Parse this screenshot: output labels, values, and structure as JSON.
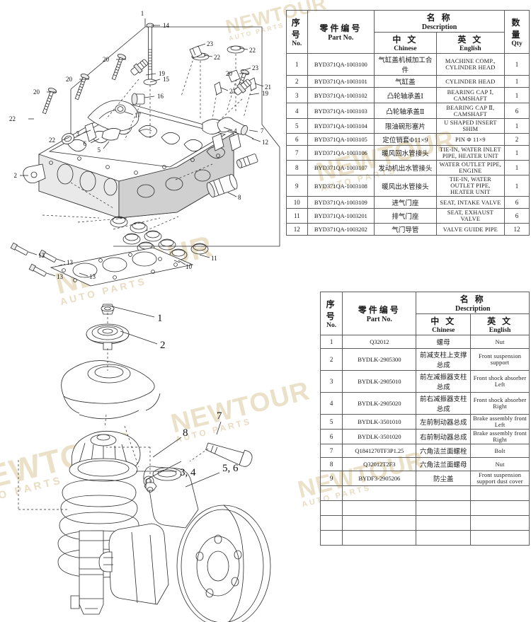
{
  "watermark": {
    "line1": "NEWTOUR",
    "line2": "AUTO PARTS"
  },
  "table1": {
    "headers": {
      "no_cn": "序 号",
      "no_en": "No.",
      "part_cn": "零件编号",
      "part_en": "Part No.",
      "desc_cn": "名    称",
      "desc_en": "Description",
      "chinese_cn": "中   文",
      "chinese_en": "Chinese",
      "english_cn": "英   文",
      "english_en": "English",
      "qty_cn": "数 量",
      "qty_en": "Qty"
    },
    "rows": [
      {
        "no": "1",
        "part": "BYD371QA-1003100",
        "cn": "气缸盖机械加工合件",
        "en": "MACHINE COMP.,  CYLINDER HEAD",
        "qty": "1"
      },
      {
        "no": "2",
        "part": "BYD371QA-1003101",
        "cn": "气缸盖",
        "en": "CYLINDER HEAD",
        "qty": "1"
      },
      {
        "no": "3",
        "part": "BYD371QA-1003102",
        "cn": "凸轮轴承盖Ⅰ",
        "en": "BEARING CAP Ⅰ, CAMSHAFT",
        "qty": "1"
      },
      {
        "no": "4",
        "part": "BYD371QA-1003103",
        "cn": "凸轮轴承盖Ⅱ",
        "en": "BEARING CAP Ⅱ, CAMSHAFT",
        "qty": "6"
      },
      {
        "no": "5",
        "part": "BYD371QA-1003104",
        "cn": "限油碗形塞片",
        "en": "U SHAPED INSERT SHIM",
        "qty": "1"
      },
      {
        "no": "6",
        "part": "BYD371QA-1003105",
        "cn": "定位销套Φ11×9",
        "en": "PIN Φ 11×9",
        "qty": "2"
      },
      {
        "no": "7",
        "part": "BYD371QA-1003106",
        "cn": "暖风回水管接头",
        "en": "TIE-IN, WATER  INLET PIPE, HEATER UNIT",
        "qty": "1"
      },
      {
        "no": "8",
        "part": "BYD371QA-1003107",
        "cn": "发动机出水管接头",
        "en": "WATER OUTLET PIPE, ENGINE",
        "qty": "1"
      },
      {
        "no": "9",
        "part": "BYD371QA-1003108",
        "cn": "暖风出水管接头",
        "en": "TIE-IN, WATER OUTLET  PIPE, HEATER UNIT",
        "qty": "1"
      },
      {
        "no": "10",
        "part": "BYD371QA-1003109",
        "cn": "进气门座",
        "en": "SEAT, INTAKE VALVE",
        "qty": "6"
      },
      {
        "no": "11",
        "part": "BYD371QA-1003201",
        "cn": "排气门座",
        "en": "SEAT, EXHAUST VALVE",
        "qty": "6"
      },
      {
        "no": "12",
        "part": "BYD371QA-1003202",
        "cn": "气门导管",
        "en": "VALVE GUIDE PIPE",
        "qty": "12"
      }
    ]
  },
  "table2": {
    "headers": {
      "no_cn": "序 号",
      "no_en": "No.",
      "part_cn": "零件编号",
      "part_en": "Part No.",
      "desc_cn": "名    称",
      "desc_en": "Description",
      "chinese_cn": "中   文",
      "chinese_en": "Chinese",
      "english_cn": "英   文",
      "english_en": "English"
    },
    "rows": [
      {
        "no": "1",
        "part": "Q32012",
        "cn": "螺母",
        "en": "Nut"
      },
      {
        "no": "2",
        "part": "BYDLK-2905300",
        "cn": "前减支柱上支撑总成",
        "en": "Front suspension support"
      },
      {
        "no": "3",
        "part": "BYDLK-2905010",
        "cn": "前左减振器支柱总成",
        "en": "Front shock absorber Left"
      },
      {
        "no": "4",
        "part": "BYDLK-2905020",
        "cn": "前右减振器支柱总成",
        "en": "Front shock absorber Right"
      },
      {
        "no": "5",
        "part": "BYDLK-3501010",
        "cn": "左前制动器总成",
        "en": "Brake assembly front Left"
      },
      {
        "no": "6",
        "part": "BYDLK-3501020",
        "cn": "右前制动器总成",
        "en": "Brake assembly front Right"
      },
      {
        "no": "7",
        "part": "Q1841270TF3P1.25",
        "cn": "六角法兰面螺栓",
        "en": "Bolt"
      },
      {
        "no": "8",
        "part": "Q32012T2F3",
        "cn": "六角法兰面螺母",
        "en": "Nut"
      },
      {
        "no": "9",
        "part": "BYDF3-2905206",
        "cn": "防尘盖",
        "en": "Front suspension support dust cover"
      }
    ],
    "blank_rows": 4
  },
  "diagram_engine": {
    "title": "cylinder-head-exploded-view",
    "callouts": [
      "1",
      "2",
      "3",
      "4",
      "5",
      "6",
      "7",
      "8",
      "9",
      "10",
      "11",
      "12",
      "13",
      "13",
      "13",
      "13",
      "14",
      "15",
      "16",
      "17",
      "19",
      "19",
      "20",
      "20",
      "20",
      "20",
      "21",
      "21",
      "22",
      "22",
      "22",
      "23",
      "23"
    ]
  },
  "diagram_suspension": {
    "title": "front-suspension-strut-exploded-view",
    "callouts": [
      "1",
      "2",
      "3, 4",
      "5, 6",
      "7",
      "8"
    ]
  }
}
